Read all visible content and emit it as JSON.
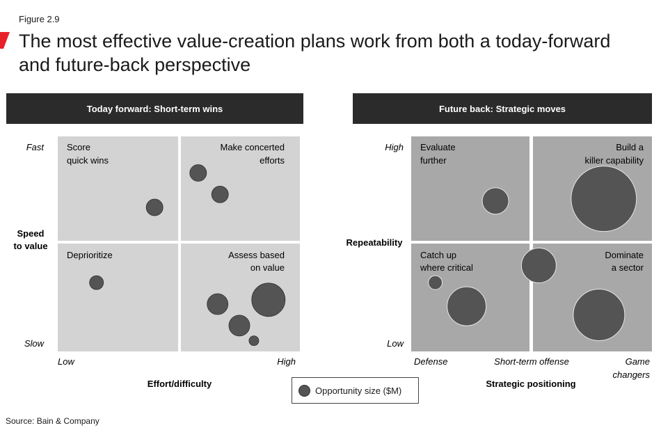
{
  "figure_label": "Figure 2.9",
  "title_line1": "The most effective value-creation plans work from both a today-forward",
  "title_line2": "and future-back perspective",
  "source": "Source: Bain & Company",
  "legend_label": "Opportunity size ($M)",
  "colors": {
    "accent": "#e8202a",
    "header_bg": "#2b2b2b",
    "left_quadrant_bg": "#d3d3d3",
    "right_quadrant_bg": "#a8a8a8",
    "bubble_fill": "#545454",
    "bubble_stroke": "#2f2f2f"
  },
  "chart_data": [
    {
      "type": "scatter",
      "title": "Today forward: Short-term wins",
      "xlabel": "Effort/difficulty",
      "ylabel_line1": "Speed",
      "ylabel_line2": "to value",
      "x_tick_low": "Low",
      "x_tick_high": "High",
      "y_tick_high": "Fast",
      "y_tick_low": "Slow",
      "xlim": [
        0,
        1
      ],
      "ylim": [
        0,
        1
      ],
      "quadrants": {
        "top_left_line1": "Score",
        "top_left_line2": "quick wins",
        "top_right_line1": "Make concerted",
        "top_right_line2": "efforts",
        "bottom_left": "Deprioritize",
        "bottom_right_line1": "Assess based",
        "bottom_right_line2": "on value"
      },
      "points": [
        {
          "x": 0.4,
          "y": 0.67,
          "size": 12
        },
        {
          "x": 0.58,
          "y": 0.83,
          "size": 12
        },
        {
          "x": 0.67,
          "y": 0.73,
          "size": 12
        },
        {
          "x": 0.16,
          "y": 0.32,
          "size": 10
        },
        {
          "x": 0.66,
          "y": 0.22,
          "size": 15
        },
        {
          "x": 0.75,
          "y": 0.12,
          "size": 15
        },
        {
          "x": 0.87,
          "y": 0.24,
          "size": 24
        },
        {
          "x": 0.81,
          "y": 0.05,
          "size": 7
        }
      ]
    },
    {
      "type": "scatter",
      "title": "Future back: Strategic moves",
      "xlabel": "Strategic positioning",
      "ylabel": "Repeatability",
      "x_tick_low": "Defense",
      "x_tick_mid": "Short-term offense",
      "x_tick_high_line1": "Game",
      "x_tick_high_line2": "changers",
      "y_tick_high": "High",
      "y_tick_low": "Low",
      "xlim": [
        0,
        1
      ],
      "ylim": [
        0,
        1
      ],
      "quadrants": {
        "top_left_line1": "Evaluate",
        "top_left_line2": "further",
        "top_right_line1": "Build a",
        "top_right_line2": "killer capability",
        "bottom_left_line1": "Catch up",
        "bottom_left_line2": "where critical",
        "bottom_right_line1": "Dominate",
        "bottom_right_line2": "a sector"
      },
      "points": [
        {
          "x": 0.35,
          "y": 0.7,
          "size": 19
        },
        {
          "x": 0.8,
          "y": 0.71,
          "size": 47
        },
        {
          "x": 0.53,
          "y": 0.4,
          "size": 25
        },
        {
          "x": 0.1,
          "y": 0.32,
          "size": 10
        },
        {
          "x": 0.23,
          "y": 0.21,
          "size": 28
        },
        {
          "x": 0.78,
          "y": 0.17,
          "size": 37
        }
      ]
    }
  ]
}
